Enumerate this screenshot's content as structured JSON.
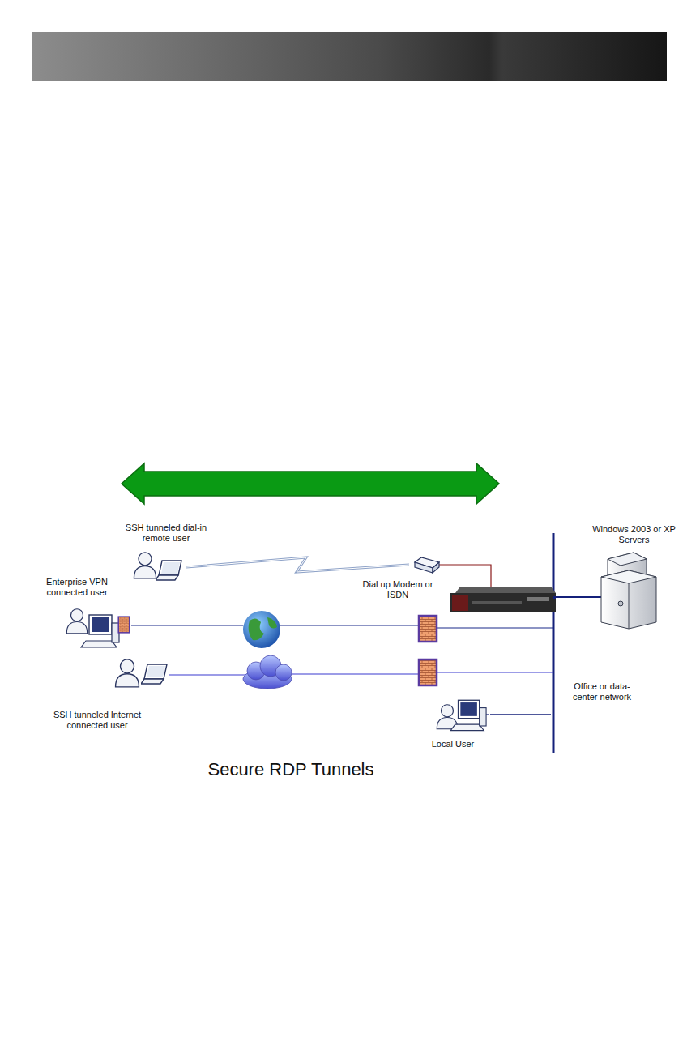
{
  "diagram": {
    "caption": "Secure RDP Tunnels",
    "nodes": [
      {
        "text": [
          "SSH tunneled dial-in remote user"
        ]
      },
      {
        "text": [
          "Enterprise VPN connected user"
        ]
      },
      {
        "text": [
          "SSH tunneled Internet connected user"
        ]
      },
      {
        "text": [
          "Dial up Modem or ISDN"
        ]
      },
      {
        "text": [
          "Windows 2003 or XP Servers"
        ]
      },
      {
        "text": [
          "Office or data-center network"
        ]
      },
      {
        "text": [
          "Local User"
        ]
      }
    ],
    "edges": [
      {
        "from": 0,
        "to": 3,
        "arrow": "none"
      },
      {
        "from": 6,
        "to": 5,
        "arrow": "none"
      }
    ]
  }
}
